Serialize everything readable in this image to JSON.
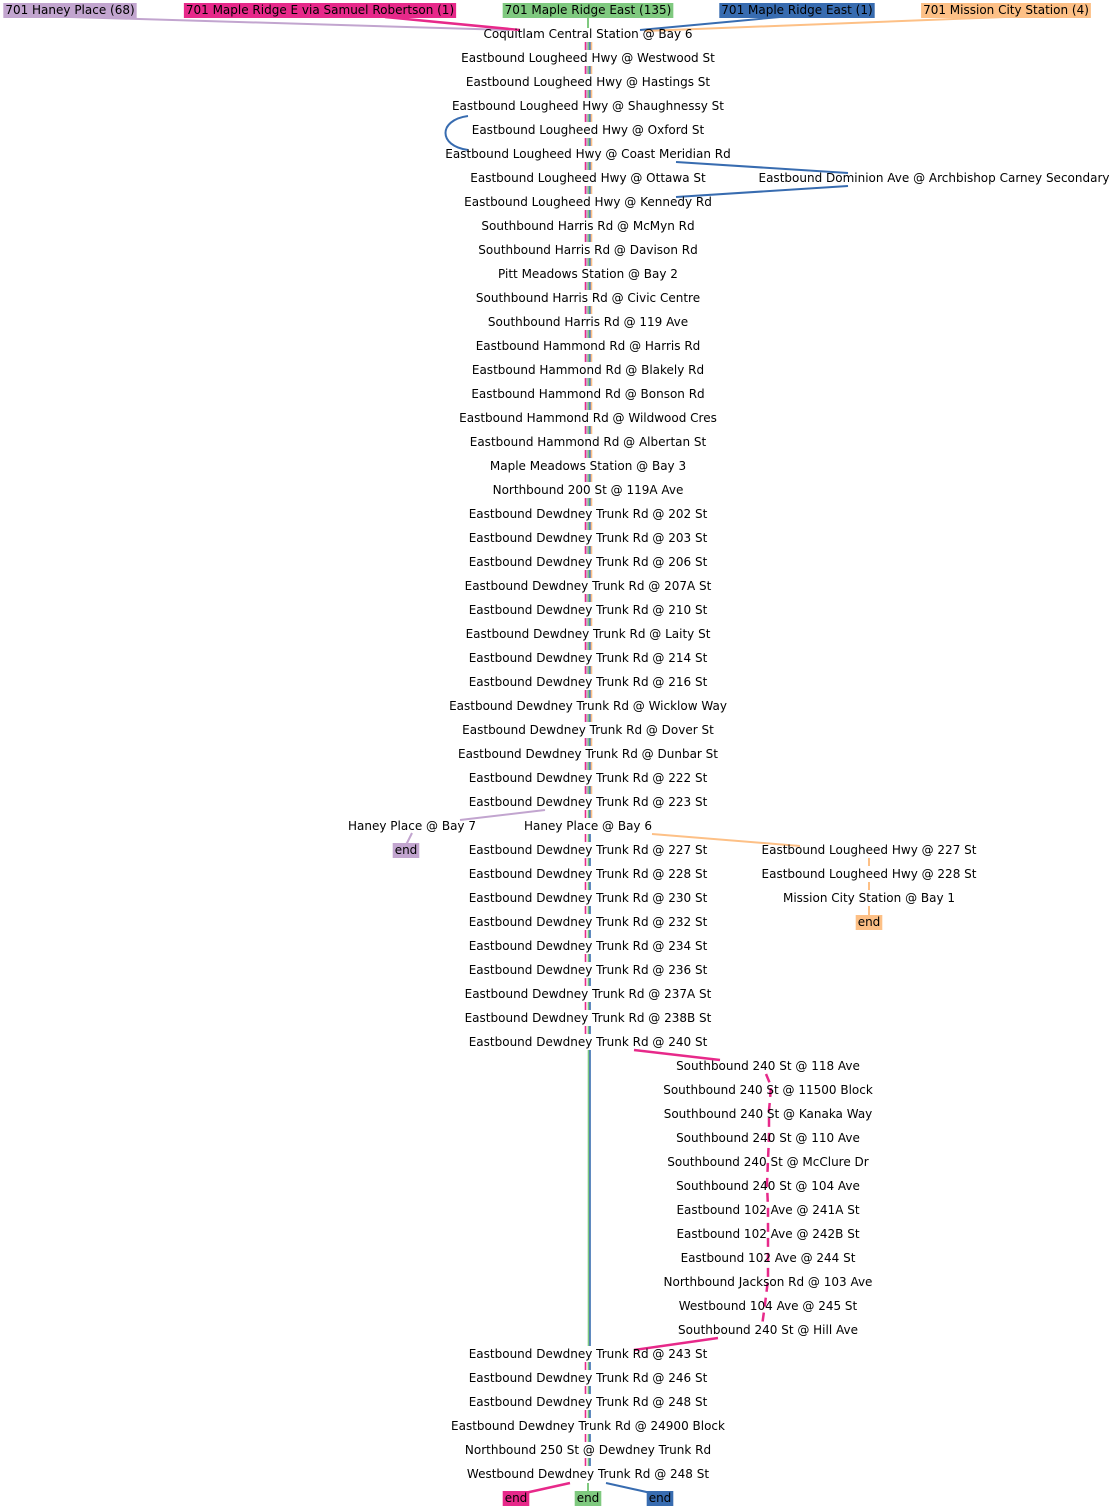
{
  "routes": [
    {
      "key": "haney",
      "label": "701 Haney Place (68)",
      "color": "#c2a5cf"
    },
    {
      "key": "samuel",
      "label": "701 Maple Ridge E via Samuel Robertson (1)",
      "color": "#e7298a"
    },
    {
      "key": "mre135",
      "label": "701 Maple Ridge East (135)",
      "color": "#7fc97f"
    },
    {
      "key": "mre1",
      "label": "701 Maple Ridge East (1)",
      "color": "#386cb0"
    },
    {
      "key": "mission",
      "label": "701 Mission City Station (4)",
      "color": "#fdc086"
    }
  ],
  "end_label": "end",
  "stops": {
    "trunk_top": [
      "Coquitlam Central Station @ Bay 6",
      "Eastbound Lougheed Hwy @ Westwood St",
      "Eastbound Lougheed Hwy @ Hastings St",
      "Eastbound Lougheed Hwy @ Shaughnessy St",
      "Eastbound Lougheed Hwy @ Oxford St",
      "Eastbound Lougheed Hwy @ Coast Meridian Rd",
      "Eastbound Lougheed Hwy @ Ottawa St",
      "Eastbound Lougheed Hwy @ Kennedy Rd",
      "Southbound Harris Rd @ McMyn Rd",
      "Southbound Harris Rd @ Davison Rd",
      "Pitt Meadows Station @ Bay 2",
      "Southbound Harris Rd @ Civic Centre",
      "Southbound Harris Rd @ 119 Ave",
      "Eastbound Hammond Rd @ Harris Rd",
      "Eastbound Hammond Rd @ Blakely Rd",
      "Eastbound Hammond Rd @ Bonson Rd",
      "Eastbound Hammond Rd @ Wildwood Cres",
      "Eastbound Hammond Rd @ Albertan St",
      "Maple Meadows Station @ Bay 3",
      "Northbound 200 St @ 119A Ave",
      "Eastbound Dewdney Trunk Rd @ 202 St",
      "Eastbound Dewdney Trunk Rd @ 203 St",
      "Eastbound Dewdney Trunk Rd @ 206 St",
      "Eastbound Dewdney Trunk Rd @ 207A St",
      "Eastbound Dewdney Trunk Rd @ 210 St",
      "Eastbound Dewdney Trunk Rd @ Laity St",
      "Eastbound Dewdney Trunk Rd @ 214 St",
      "Eastbound Dewdney Trunk Rd @ 216 St",
      "Eastbound Dewdney Trunk Rd @ Wicklow Way",
      "Eastbound Dewdney Trunk Rd @ Dover St",
      "Eastbound Dewdney Trunk Rd @ Dunbar St",
      "Eastbound Dewdney Trunk Rd @ 222 St",
      "Eastbound Dewdney Trunk Rd @ 223 St",
      "Haney Place @ Bay 6",
      "Eastbound Dewdney Trunk Rd @ 227 St",
      "Eastbound Dewdney Trunk Rd @ 228 St",
      "Eastbound Dewdney Trunk Rd @ 230 St",
      "Eastbound Dewdney Trunk Rd @ 232 St",
      "Eastbound Dewdney Trunk Rd @ 234 St",
      "Eastbound Dewdney Trunk Rd @ 236 St",
      "Eastbound Dewdney Trunk Rd @ 237A St",
      "Eastbound Dewdney Trunk Rd @ 238B St",
      "Eastbound Dewdney Trunk Rd @ 240 St"
    ],
    "trunk_bottom": [
      "Eastbound Dewdney Trunk Rd @ 243 St",
      "Eastbound Dewdney Trunk Rd @ 246 St",
      "Eastbound Dewdney Trunk Rd @ 248 St",
      "Eastbound Dewdney Trunk Rd @ 24900 Block",
      "Northbound 250 St @ Dewdney Trunk Rd",
      "Westbound Dewdney Trunk Rd @ 248 St"
    ],
    "dominion_detour": "Eastbound Dominion Ave @ Archbishop Carney Secondary",
    "haney_bay7": "Haney Place @ Bay 7",
    "mission_branch": [
      "Eastbound Lougheed Hwy @ 227 St",
      "Eastbound Lougheed Hwy @ 228 St",
      "Mission City Station @ Bay 1"
    ],
    "samuel_branch": [
      "Southbound 240 St @ 118 Ave",
      "Southbound 240 St @ 11500 Block",
      "Southbound 240 St @ Kanaka Way",
      "Southbound 240 St @ 110 Ave",
      "Southbound 240 St @ McClure Dr",
      "Southbound 240 St @ 104 Ave",
      "Eastbound 102 Ave @ 241A St",
      "Eastbound 102 Ave @ 242B St",
      "Eastbound 102 Ave @ 244 St",
      "Northbound Jackson Rd @ 103 Ave",
      "Westbound 104 Ave @ 245 St",
      "Southbound 240 St @ Hill Ave"
    ]
  }
}
